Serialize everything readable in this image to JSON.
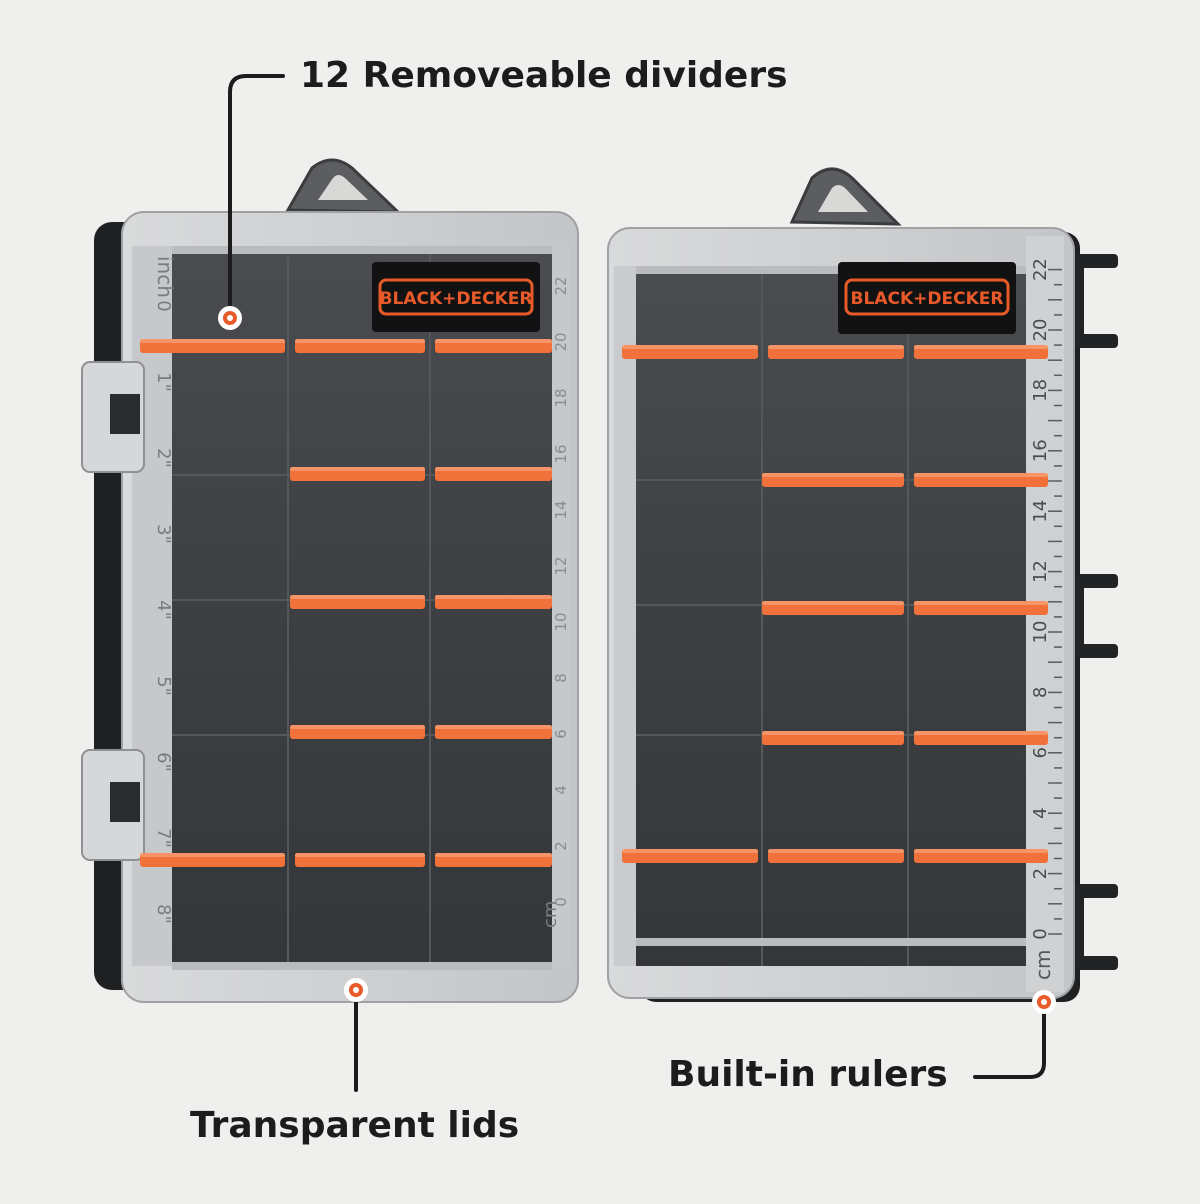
{
  "annotations": {
    "dividers": "12 Removeable dividers",
    "lids": "Transparent lids",
    "rulers": "Built-in rulers"
  },
  "brand": {
    "logo_text": "BLACK+DECKER"
  },
  "ruler": {
    "inch_unit": "inch",
    "cm_unit": "cm",
    "inch_marks": [
      "0",
      "1\"",
      "2\"",
      "3\"",
      "4\"",
      "5\"",
      "6\"",
      "7\"",
      "8\""
    ],
    "cm_marks": [
      "0",
      "2",
      "4",
      "6",
      "8",
      "10",
      "12",
      "14",
      "16",
      "18",
      "20",
      "22"
    ]
  },
  "colors": {
    "background": "#efefed",
    "divider_orange": "#f0713a",
    "case_dark": "#2e2f31",
    "text": "#1c1c1c",
    "marker_ring": "#e85a2a"
  }
}
